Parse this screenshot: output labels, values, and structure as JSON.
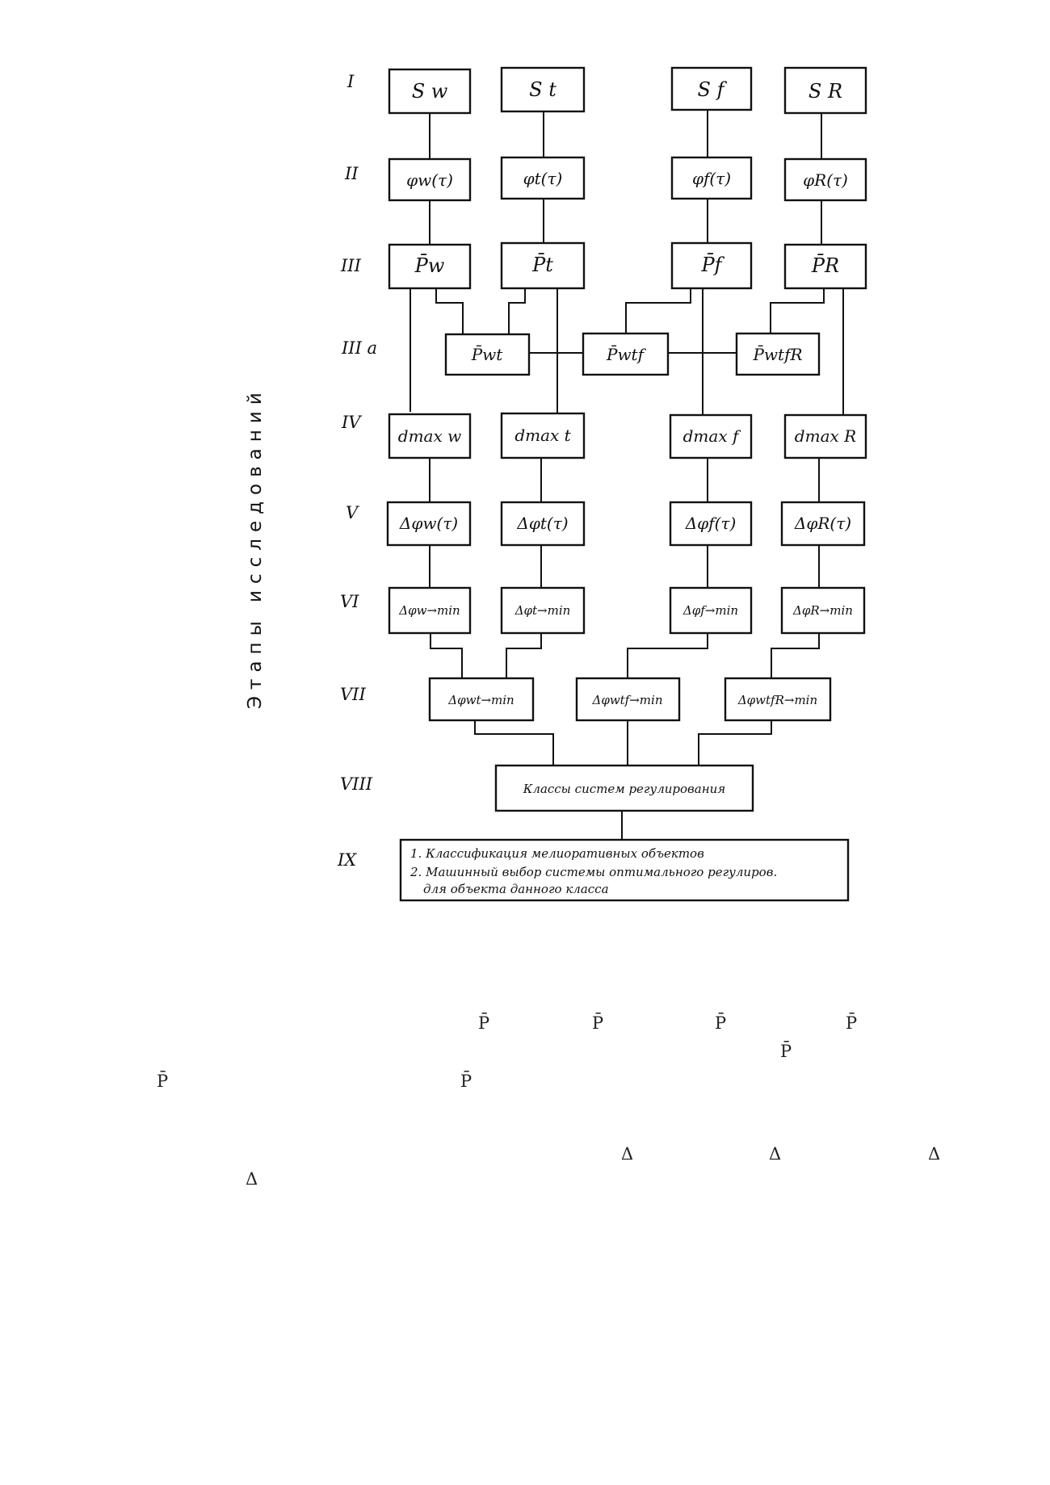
{
  "vertical_title": "Этапы исследований",
  "stages": [
    "I",
    "II",
    "III",
    "III a",
    "IV",
    "V",
    "VI",
    "VII",
    "VIII",
    "IX"
  ],
  "boxes": {
    "s_w": "S w",
    "s_t": "S t",
    "s_f": "S f",
    "s_r": "S R",
    "phi_w": "φw(τ)",
    "phi_t": "φt(τ)",
    "phi_f": "φf(τ)",
    "phi_r": "φR(τ)",
    "p_w": "P̄w",
    "p_t": "P̄t",
    "p_f": "P̄f",
    "p_r": "P̄R",
    "p_wt": "P̄wt",
    "p_wtf": "P̄wtf",
    "p_wtfr": "P̄wtfR",
    "d_w": "dmax w",
    "d_t": "dmax t",
    "d_f": "dmax f",
    "d_r": "dmax R",
    "dphi_w": "Δφw(τ)",
    "dphi_t": "Δφt(τ)",
    "dphi_f": "Δφf(τ)",
    "dphi_r": "ΔφR(τ)",
    "min_w": "Δφw→min",
    "min_t": "Δφt→min",
    "min_f": "Δφf→min",
    "min_r": "ΔφR→min",
    "min_wt": "Δφwt→min",
    "min_wtf": "Δφwtf→min",
    "min_wtfr": "ΔφwtfR→min",
    "classes": "Классы систем регулирования",
    "final_1": "1. Классификация мелиоративных объектов",
    "final_2": "2. Машинный выбор системы оптимального регулиров.",
    "final_3": "для объекта данного класса"
  },
  "stray_symbols": {
    "p1": "P̄",
    "p2": "P̄",
    "p3": "P̄",
    "p4": "P̄",
    "p5": "P̄",
    "p6": "P̄",
    "p7": "P̄",
    "d1": "Δ",
    "d2": "Δ",
    "d3": "Δ",
    "d4": "Δ"
  }
}
